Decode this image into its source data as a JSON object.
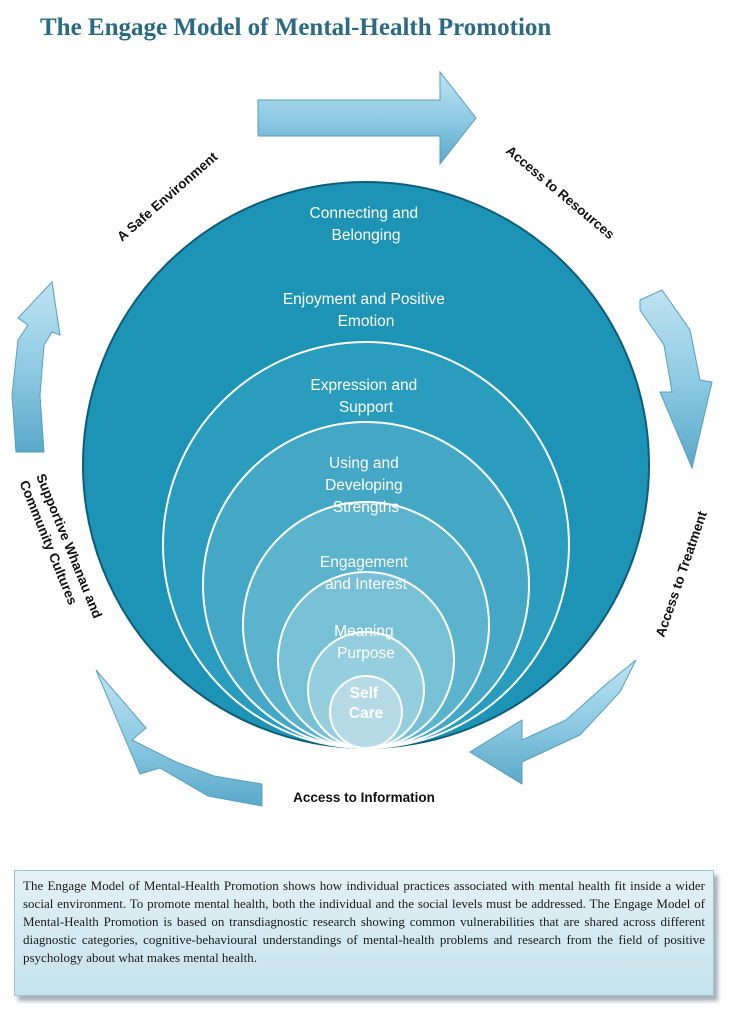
{
  "title": "The Engage Model of Mental-Health Promotion",
  "rings": [
    {
      "lines": [
        "Connecting and",
        "Belonging"
      ]
    },
    {
      "lines": [
        "Enjoyment and Positive",
        "Emotion"
      ]
    },
    {
      "lines": [
        "Expression and",
        "Support"
      ]
    },
    {
      "lines": [
        "Using and",
        "Developing",
        "Strengths"
      ]
    },
    {
      "lines": [
        "Engagement",
        "and Interest"
      ]
    },
    {
      "lines": [
        "Meaning",
        "Purpose"
      ]
    },
    {
      "lines": [
        "Self",
        "Care"
      ]
    }
  ],
  "outer_labels": {
    "safe_environment": "A Safe Environment",
    "access_resources": "Access to Resources",
    "access_treatment": "Access to Treatment",
    "access_information": "Access to Information",
    "whanau_line1": "Supportive Whanau and",
    "whanau_line2": "Community Cultures"
  },
  "caption": "The Engage Model of Mental-Health Promotion shows how individual practices associated with mental health fit inside a wider social environment. To promote mental health, both the individual and the social levels must be addressed. The Engage Model of Mental-Health Promotion is based on transdiagnostic research showing common vulnerabilities that are shared across different diagnostic categories, cognitive-behavioural understandings of mental-health problems and research from the field of positive psychology about what makes mental health.",
  "colors": {
    "title": "#2a6b83",
    "arrow": "#8fcbe4",
    "outer_circle": "#1d93b6",
    "inner_circle": "#b6dbe7",
    "caption_bg": "#d4eaf2"
  }
}
